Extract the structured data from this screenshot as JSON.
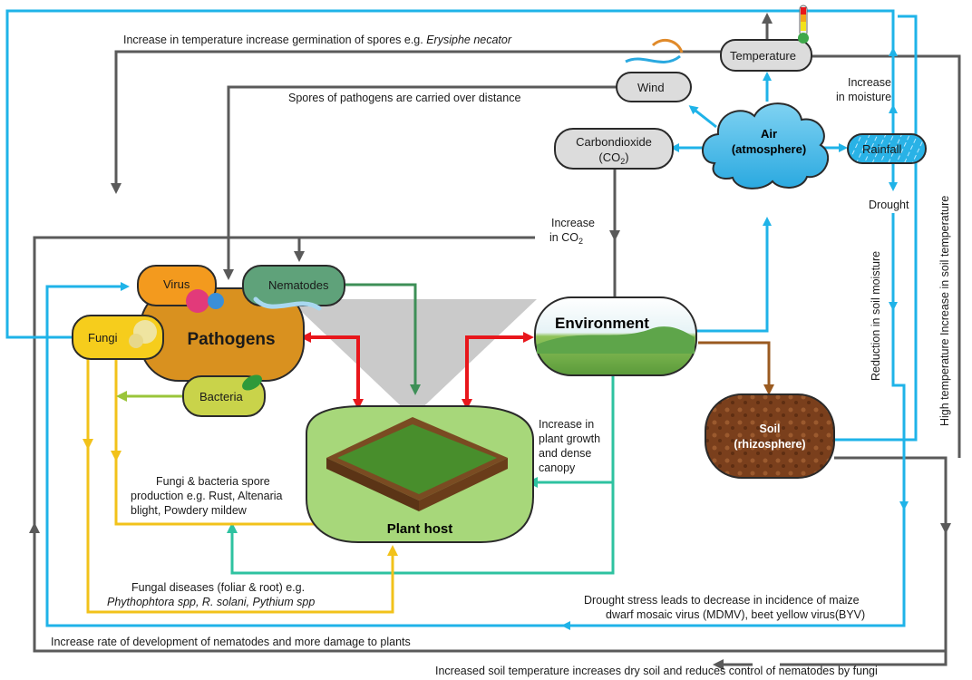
{
  "nodes": {
    "pathogens": "Pathogens",
    "virus": "Virus",
    "nematodes": "Nematodes",
    "fungi": "Fungi",
    "bacteria": "Bacteria",
    "plant_host": "Plant host",
    "environment": "Environment",
    "soil_line1": "Soil",
    "soil_line2": "(rhizosphere)",
    "air_line1": "Air",
    "air_line2": "(atmosphere)",
    "wind": "Wind",
    "temperature": "Temperature",
    "rainfall": "Rainfall",
    "co2_line1": "Carbondioxide",
    "co2_line2_main": "(CO",
    "co2_line2_sub": "2",
    "co2_line2_end": ")"
  },
  "labels": {
    "top_temp_pre": "Increase in temperature increase germination of spores e.g. ",
    "top_temp_species": "Erysiphe necator",
    "spores_distance": "Spores of pathogens are carried over distance",
    "increase_moisture_1": "Increase",
    "increase_moisture_2": "in moisture",
    "drought": "Drought",
    "increase_co2_1": "Increase",
    "increase_co2_2_main": "in CO",
    "increase_co2_2_sub": "2",
    "reduction_soil_moisture": "Reduction in soil moisture",
    "high_temp_soil": "High temperature Increase in soil temperature",
    "plant_growth_1": "Increase in",
    "plant_growth_2": "plant growth",
    "plant_growth_3": "and dense",
    "plant_growth_4": "canopy",
    "spore_prod_1": "Fungi & bacteria spore",
    "spore_prod_2": "production e.g. Rust, Altenaria",
    "spore_prod_3": "blight, Powdery mildew",
    "fungal_diseases_1": "Fungal diseases (foliar & root) e.g.",
    "fungal_diseases_2": "Phythophtora spp, R. solani, Pythium spp",
    "drought_stress_1": "Drought stress leads to decrease in incidence of maize",
    "drought_stress_2": "dwarf mosaic virus (MDMV), beet yellow virus(BYV)",
    "nematode_rate": "Increase rate of development of nematodes and more damage to plants",
    "soil_temp_bottom": "Increased soil temperature increases dry soil and reduces control of nematodes by fungi"
  },
  "colors": {
    "blue_arrow": "#1fb3e8",
    "grey_arrow": "#5a5a5a",
    "red_arrow": "#e8161b",
    "green_arrow": "#3e8f57",
    "teal_arrow": "#2ec2a0",
    "yellow_arrow": "#f2c21a",
    "lime_arrow": "#9ac53a",
    "brown_arrow": "#9a5a20",
    "pathogens_fill": "#d9911f",
    "fungi_fill": "#f6cd1c",
    "virus_fill": "#f39a1e",
    "nematodes_fill": "#5fa27a",
    "bacteria_fill": "#c9d34a",
    "plant_fill": "#a7d77a",
    "soil_fill": "#7a3f1c",
    "grey_node": "#dcdcdc"
  }
}
